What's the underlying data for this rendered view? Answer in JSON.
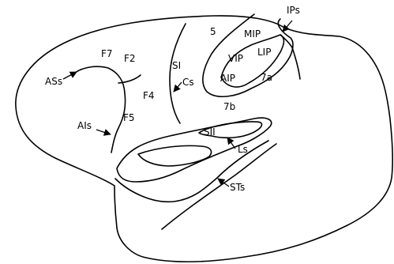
{
  "labels": {
    "ips": "IPs",
    "area5": "5",
    "mip": "MIP",
    "lip": "LIP",
    "vip": "VIP",
    "aip": "AIP",
    "area7a": "7a",
    "area7b": "7b",
    "f7": "F7",
    "f2": "F2",
    "f4": "F4",
    "f5": "F5",
    "asS": "ASs",
    "aiS": "AIs",
    "si": "SI",
    "cs": "Cs",
    "sii": "SII",
    "ls": "Ls",
    "sts": "STs"
  }
}
